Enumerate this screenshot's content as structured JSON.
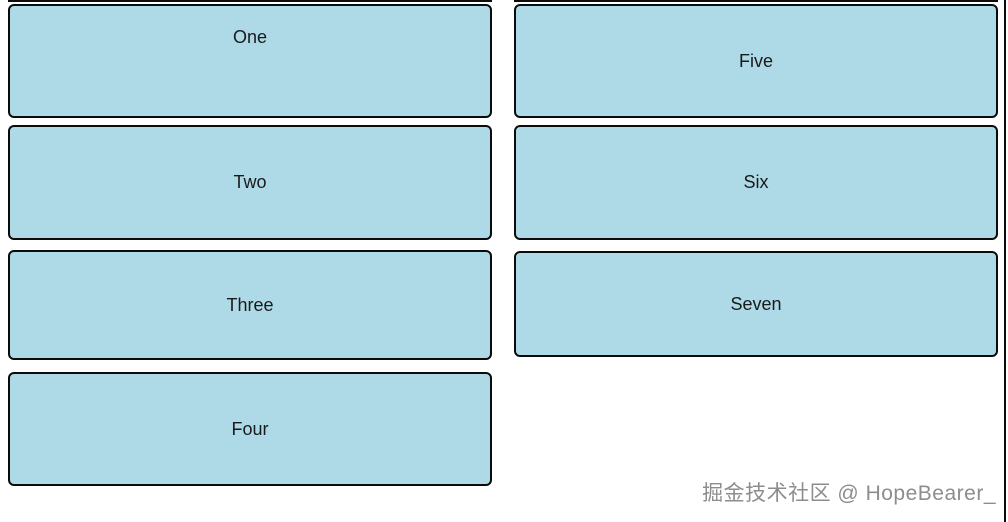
{
  "boxes": [
    {
      "label": "One"
    },
    {
      "label": "Two"
    },
    {
      "label": "Three"
    },
    {
      "label": "Four"
    },
    {
      "label": "Five"
    },
    {
      "label": "Six"
    },
    {
      "label": "Seven"
    }
  ],
  "watermark": {
    "text": "掘金技术社区 @ HopeBearer_"
  },
  "colors": {
    "box_fill": "#aed9e6",
    "box_border": "#0b0b0b",
    "label_color": "#1a1a1a",
    "watermark_color": "#8d8d8d",
    "page_bg": "#ffffff"
  }
}
